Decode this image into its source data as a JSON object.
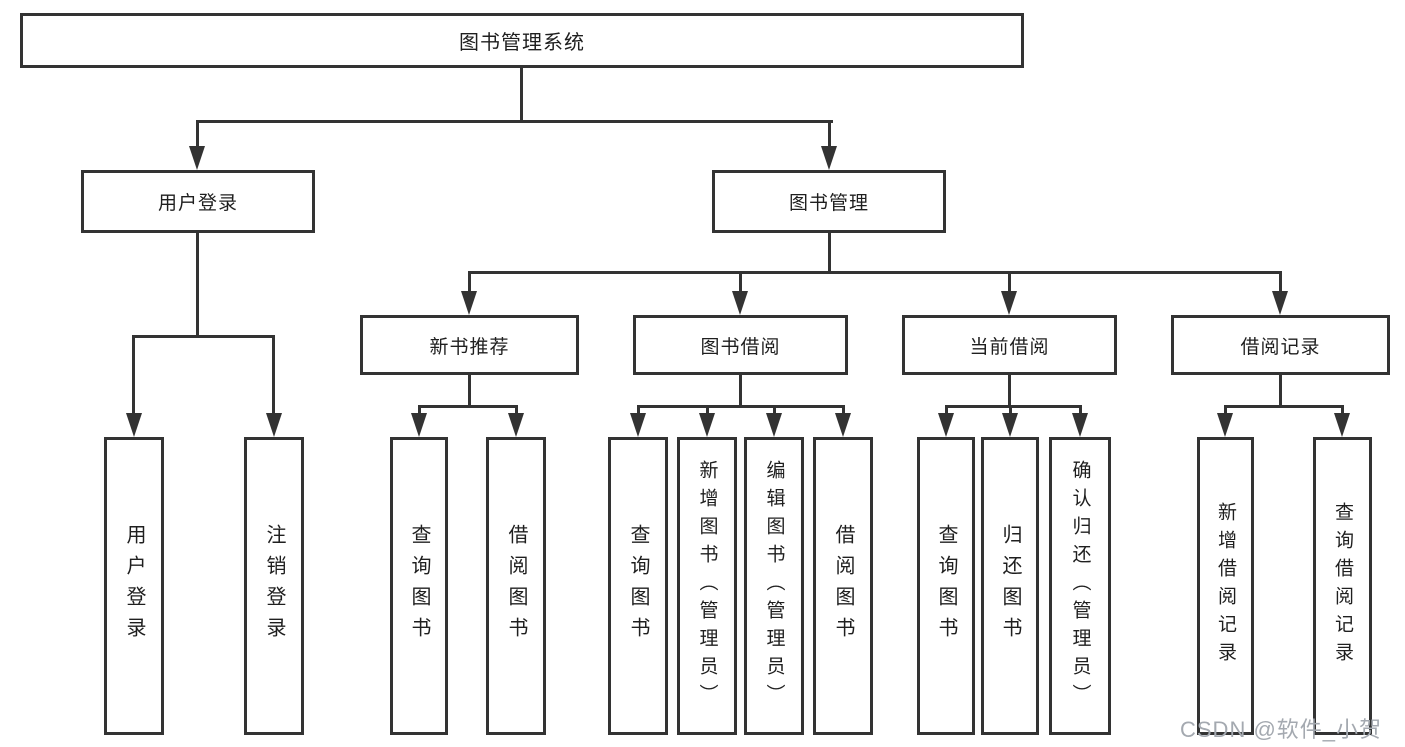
{
  "diagram": {
    "root": {
      "label": "图书管理系统"
    },
    "level2": [
      {
        "label": "用户登录"
      },
      {
        "label": "图书管理"
      }
    ],
    "level3": [
      {
        "label": "新书推荐"
      },
      {
        "label": "图书借阅"
      },
      {
        "label": "当前借阅"
      },
      {
        "label": "借阅记录"
      }
    ],
    "leaves": {
      "user": [
        {
          "label": "用户登录"
        },
        {
          "label": "注销登录"
        }
      ],
      "recommend": [
        {
          "label": "查询图书"
        },
        {
          "label": "借阅图书"
        }
      ],
      "borrow": [
        {
          "label": "查询图书"
        },
        {
          "label": "新增图书（管理员）"
        },
        {
          "label": "编辑图书（管理员）"
        },
        {
          "label": "借阅图书"
        }
      ],
      "current": [
        {
          "label": "查询图书"
        },
        {
          "label": "归还图书"
        },
        {
          "label": "确认归还（管理员）"
        }
      ],
      "records": [
        {
          "label": "新增借阅记录"
        },
        {
          "label": "查询借阅记录"
        }
      ]
    }
  },
  "watermark": {
    "text": "CSDN @软件_小贺同学"
  },
  "colors": {
    "line": "#333333",
    "text": "#1f1f1f",
    "background": "#ffffff",
    "watermark": "#a4a9b0"
  }
}
